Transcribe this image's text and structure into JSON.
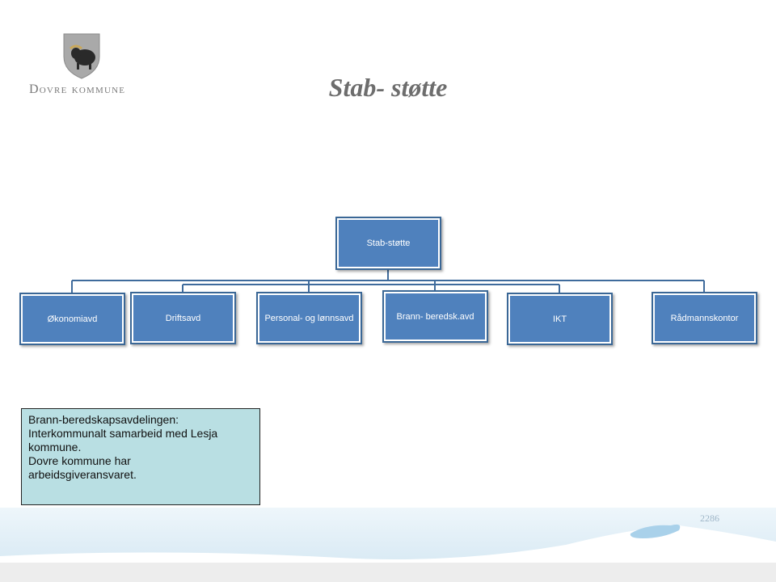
{
  "logo": {
    "name": "Dovre kommune",
    "icon": "musk-ox-shield-icon"
  },
  "title": "Stab- støtte",
  "org_chart": {
    "root": "Stab-støtte",
    "children": [
      "Økonomiavd",
      "Driftsavd",
      "Personal- og lønnsavd",
      "Brann- beredsk.avd",
      "IKT",
      "Rådmannskontor"
    ]
  },
  "note": {
    "lines": [
      "Brann-beredskapsavdelingen:",
      "Interkommunalt  samarbeid med Lesja",
      "kommune.",
      "Dovre kommune har",
      "arbeidsgiveransvaret."
    ]
  },
  "footer": {
    "page_number": "2286"
  },
  "colors": {
    "box_fill": "#4f81bd",
    "box_border": "#3a6796",
    "connector": "#3f6b9c",
    "note_fill": "#b9dfe3",
    "title": "#6d6d6d"
  }
}
